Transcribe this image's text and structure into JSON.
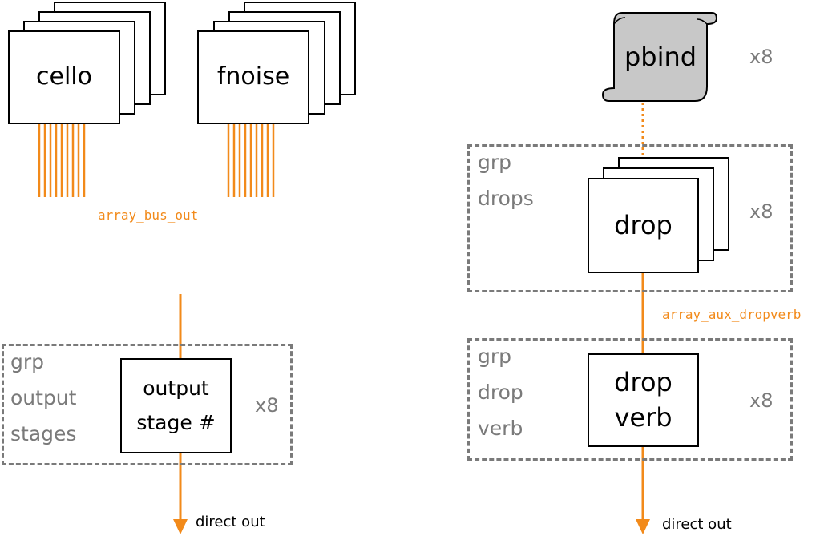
{
  "colors": {
    "accent": "#f28a1a",
    "group_border": "#7a7a7a",
    "text_gray": "#7a7a7a",
    "scroll_fill": "#c8c8c8"
  },
  "synths": {
    "cello": "cello",
    "fnoise": "fnoise"
  },
  "buses": {
    "array_bus_out": "array_bus_out",
    "array_aux_dropverb": "array_aux_dropverb"
  },
  "pbind": {
    "label": "pbind",
    "multiplier": "x8"
  },
  "drops_group": {
    "line1": "grp",
    "line2": "drops",
    "node": "drop",
    "multiplier": "x8"
  },
  "dropverb_group": {
    "line1": "grp",
    "line2": "drop",
    "line3": "verb",
    "node_line1": "drop",
    "node_line2": "verb",
    "multiplier": "x8"
  },
  "output_group": {
    "line1": "grp",
    "line2": "output",
    "line3": "stages",
    "node_line1": "output",
    "node_line2": "stage #",
    "multiplier": "x8"
  },
  "outputs": {
    "left": "direct out",
    "right": "direct out"
  }
}
